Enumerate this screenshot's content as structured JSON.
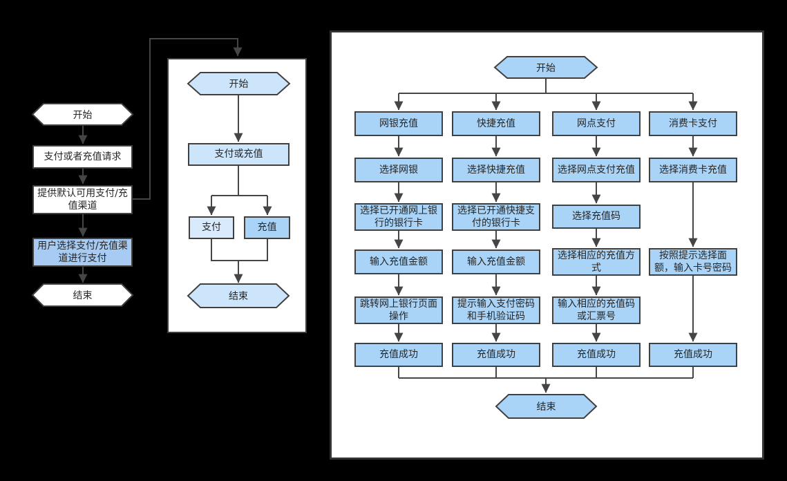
{
  "colors": {
    "page_background": "#000000",
    "panel_background": "#ffffff",
    "shape_border": "#404040",
    "connector": "#454545",
    "fill_white": "#ffffff",
    "fill_blue_left": "#a7cbf2",
    "fill_blue_light": "#cce5fa",
    "fill_blue_lighter": "#d9eafc",
    "fill_blue_medium": "#a9d4f7"
  },
  "flows": {
    "left": {
      "start": "开始",
      "steps": [
        "支付或者充值请求",
        "提供默认可用支付/充值渠道",
        "用户选择支付/充值渠道进行支付"
      ],
      "end": "结束"
    },
    "middle": {
      "start": "开始",
      "step1": "支付或充值",
      "branch_left": "支付",
      "branch_right": "充值",
      "end": "结束"
    },
    "right": {
      "start": "开始",
      "end": "结束",
      "columns": [
        {
          "steps": [
            "网银充值",
            "选择网银",
            "选择已开通网上银行的银行卡",
            "输入充值金额",
            "跳转网上银行页面操作",
            "充值成功"
          ]
        },
        {
          "steps": [
            "快捷充值",
            "选择快捷充值",
            "选择已开通快捷支付的银行卡",
            "输入充值金额",
            "提示输入支付密码和手机验证码",
            "充值成功"
          ]
        },
        {
          "steps": [
            "网点支付",
            "选择网点支付充值",
            "选择充值码",
            "选择相应的充值方式",
            "输入相应的充值码或汇票号",
            "充值成功"
          ]
        },
        {
          "steps": [
            "消费卡支付",
            "选择消费卡充值",
            "按照提示选择面额，输入卡号密码",
            "充值成功"
          ]
        }
      ]
    }
  }
}
